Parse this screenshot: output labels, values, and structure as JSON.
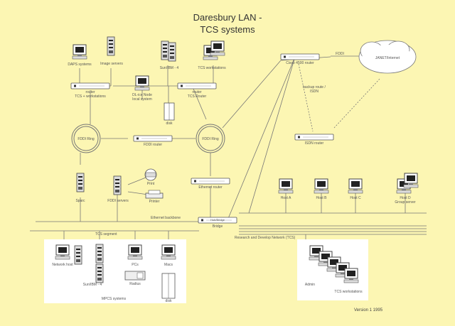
{
  "title": {
    "line1": "Daresbury LAN -",
    "line2": "TCS systems"
  },
  "labels": {
    "top_pc_left": "DAPS systems",
    "top_pc_right": "Image servers",
    "router_left": "router",
    "router_left_sub": "TCS + workstations",
    "mid_workstation": "DL-ice Node local system",
    "printer_tall": "disk",
    "top_servers": "Sun/IBM - 4",
    "top_workstations": "TCS workstations",
    "router_mid": "router",
    "router_mid_sub": "TCS Router",
    "internet_router": "Cisco 4500 router",
    "cloud": "JANET/Internet",
    "link_top": "FDDI",
    "link_dashed": "backup route / ISDN",
    "ring_left": "FDDI Ring",
    "ring_right": "FDDI Ring",
    "router_centre": "FDDI router",
    "router_right": "ISDN router",
    "left_server": "Sparc",
    "mid_server": "FDDI servers",
    "small_left": "Print",
    "small_right": "Printer",
    "switch_right": "Ethernet router",
    "ws1": "Host A",
    "ws2": "Host B",
    "ws3": "Host C",
    "ws4": "Host D",
    "ws4_sub": "Group server",
    "bus_main": "Ethernet backbone",
    "bus_left": "TCS segment",
    "bus_right": "Research and Develop Network (TCS)",
    "router_bottom": "Hub/Bridge",
    "router_bottom_sub": "Bridge",
    "bl_ws1": "Network host",
    "bl_ws2": "Sun/IBM - 4",
    "bl_ws3": "PCs",
    "bl_ws4": "Macs",
    "bl_device": "Radius",
    "bl_disk": "disk",
    "bl_group": "MPCS systems",
    "br_ws": "Admin",
    "br_group": "TCS workstations",
    "footer": "Version 1 1995"
  },
  "colors": {
    "background": "#fcf6b3",
    "line": "#777777",
    "panel": "#ffffff"
  },
  "icons": [
    "pc-icon",
    "server-icon",
    "router-icon",
    "ring-icon",
    "cloud-icon",
    "printer-icon",
    "disk-icon"
  ]
}
